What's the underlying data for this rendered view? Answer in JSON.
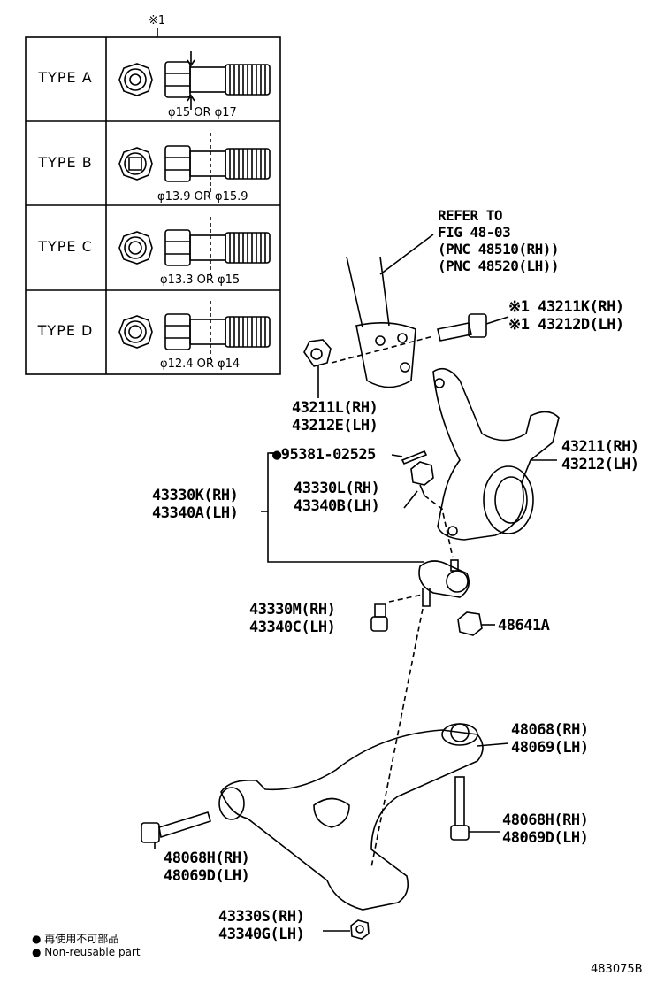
{
  "note_mark": "※1",
  "types": [
    {
      "label": "TYPE A",
      "dim": "φ15 OR φ17"
    },
    {
      "label": "TYPE B",
      "dim": "φ13.9 OR φ15.9"
    },
    {
      "label": "TYPE C",
      "dim": "φ13.3 OR φ15"
    },
    {
      "label": "TYPE D",
      "dim": "φ12.4 OR φ14"
    }
  ],
  "refer": [
    "REFER TO",
    "FIG 48-03",
    "(PNC 48510(RH))",
    "(PNC 48520(LH))"
  ],
  "parts": {
    "p43211K": [
      "※1 43211K(RH)",
      "※1 43212D(LH)"
    ],
    "p43211L": [
      "43211L(RH)",
      "43212E(LH)"
    ],
    "p43211": [
      "43211(RH)",
      "43212(LH)"
    ],
    "p95381": "●95381-02525",
    "p43330K": [
      "43330K(RH)",
      "43340A(LH)"
    ],
    "p43330L": [
      "43330L(RH)",
      "43340B(LH)"
    ],
    "p43330M": [
      "43330M(RH)",
      "43340C(LH)"
    ],
    "p48641A": "48641A",
    "p48068": [
      "48068(RH)",
      "48069(LH)"
    ],
    "p48068H_right": [
      "48068H(RH)",
      "48069D(LH)"
    ],
    "p48068H_left": [
      "48068H(RH)",
      "48069D(LH)"
    ],
    "p43330S": [
      "43330S(RH)",
      "43340G(LH)"
    ]
  },
  "legend": [
    "● 再使用不可部品",
    "● Non-reusable part"
  ],
  "figure_id": "483075B"
}
